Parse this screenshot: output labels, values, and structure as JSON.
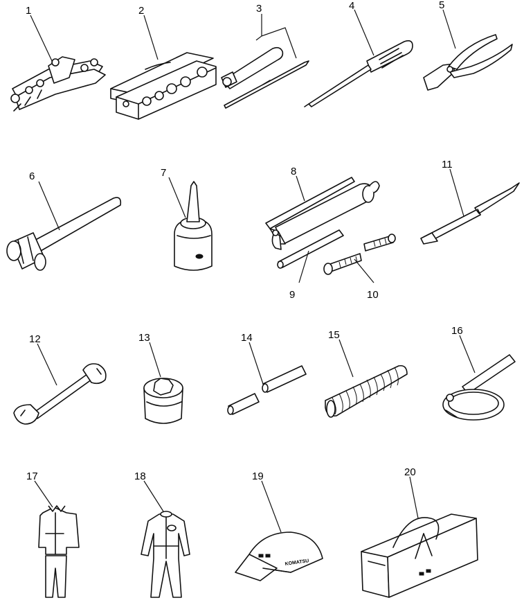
{
  "diagram": {
    "callouts": [
      "1",
      "2",
      "3",
      "4",
      "5",
      "6",
      "7",
      "8",
      "9",
      "10",
      "11",
      "12",
      "13",
      "14",
      "15",
      "16",
      "17",
      "18",
      "19",
      "20"
    ],
    "cap_brand_text": "KOMATSU"
  }
}
